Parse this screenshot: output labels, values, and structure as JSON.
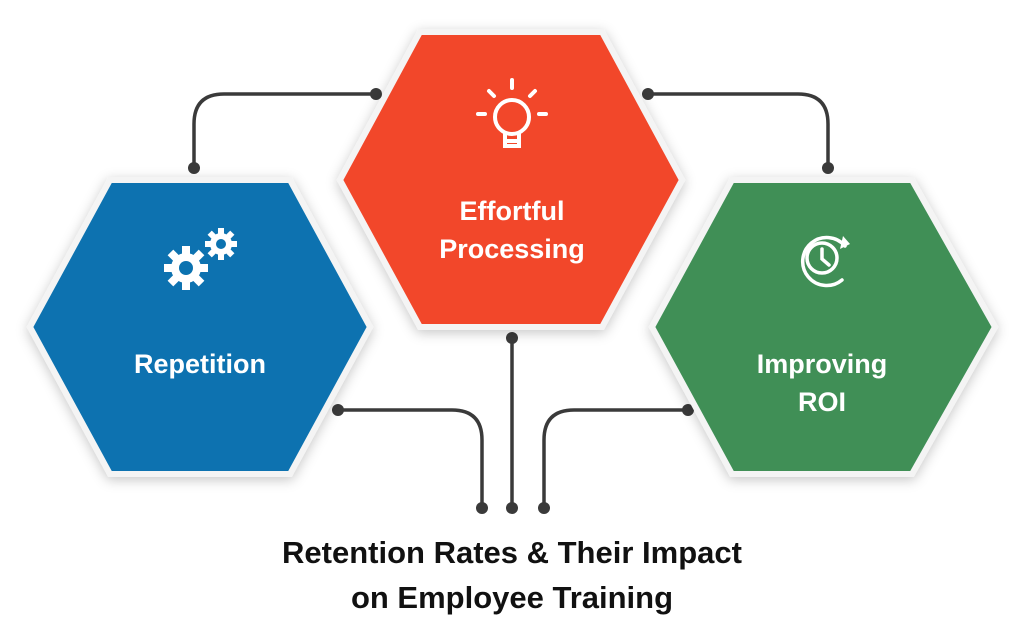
{
  "nodes": [
    {
      "label": "Repetition",
      "icon": "gears-icon",
      "color": "#0b72b0"
    },
    {
      "label_line1": "Effortful",
      "label_line2": "Processing",
      "icon": "lightbulb-icon",
      "color": "#f2472a"
    },
    {
      "label_line1": "Improving",
      "label_line2": "ROI",
      "icon": "clock-refresh-icon",
      "color": "#3f8f57"
    }
  ],
  "title": {
    "line1": "Retention Rates & Their Impact",
    "line2": "on Employee Training"
  },
  "connector_color": "#3a3a3a"
}
